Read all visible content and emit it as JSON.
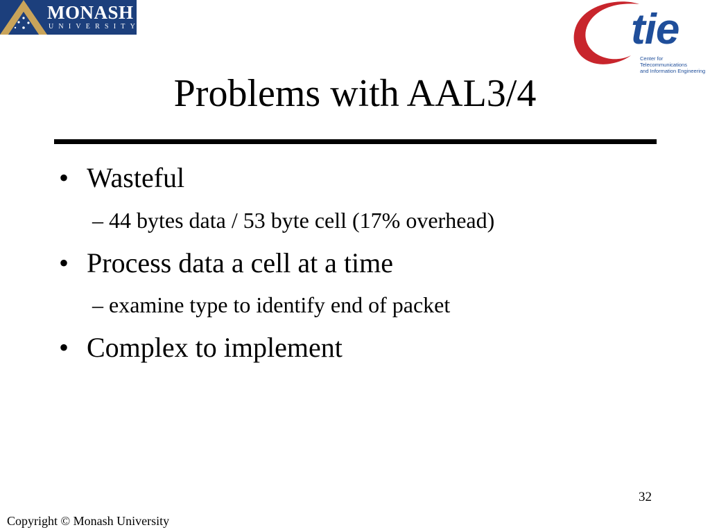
{
  "header": {
    "monash_logo": {
      "name": "MONASH",
      "subtitle": "UNIVERSITY",
      "colors": {
        "background": "#1c3f7c",
        "chevron": "#c9a45a",
        "text": "#ffffff"
      }
    },
    "ctie_logo": {
      "word": "tie",
      "subtitle_line1": "Center for Telecommunications",
      "subtitle_line2": "and Information Engineering",
      "colors": {
        "swoosh": "#c8252c",
        "text": "#1f4e9a"
      }
    }
  },
  "slide": {
    "title": "Problems with AAL3/4",
    "bullets": [
      {
        "marker": "•",
        "text": "Wasteful",
        "sub": [
          {
            "marker": "–",
            "text": "44 bytes data / 53 byte cell (17% overhead)"
          }
        ]
      },
      {
        "marker": "•",
        "text": "Process data a cell at a time",
        "sub": [
          {
            "marker": "–",
            "text": "examine type to identify end of packet"
          }
        ]
      },
      {
        "marker": "•",
        "text": "Complex to implement",
        "sub": []
      }
    ]
  },
  "footer": {
    "page_number": "32",
    "copyright": "Copyright © Monash University"
  }
}
